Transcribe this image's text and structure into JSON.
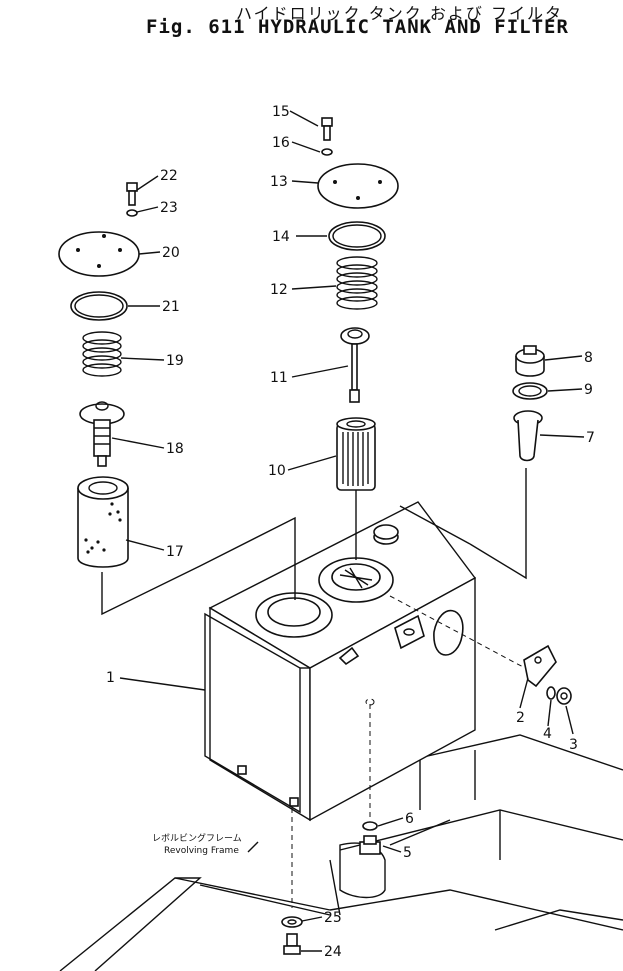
{
  "header": {
    "title_jp": "ハイドロリック タンク および フイルタ",
    "title_en": "Fig. 611 HYDRAULIC TANK AND FILTER"
  },
  "frame_label": {
    "jp": "レボルビングフレーム",
    "en": "Revolving Frame"
  },
  "callouts": [
    "1",
    "2",
    "3",
    "4",
    "5",
    "6",
    "7",
    "8",
    "9",
    "10",
    "11",
    "12",
    "13",
    "14",
    "15",
    "16",
    "17",
    "18",
    "19",
    "20",
    "21",
    "22",
    "23",
    "24",
    "25"
  ]
}
